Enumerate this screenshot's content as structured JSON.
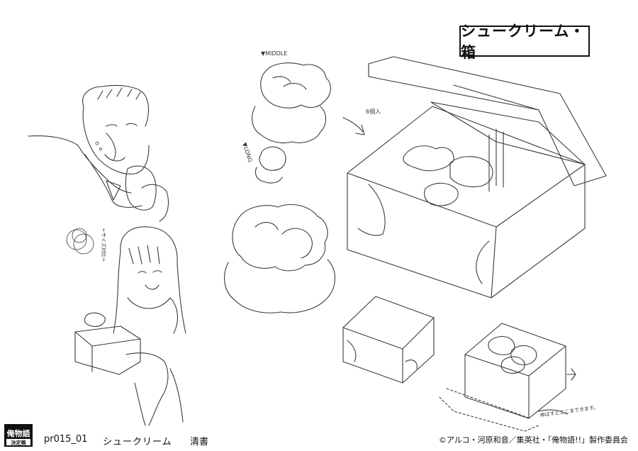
{
  "title": "シュークリーム・箱",
  "labels": {
    "middle": "▼MIDDLE",
    "long": "▼LONG",
    "count": "6個入",
    "size_compare": "←サイズ対比→",
    "stretch_note": "伸ばすとここまできます。"
  },
  "footer": {
    "code": "pr015_01",
    "name": "シュークリーム",
    "status": "清書",
    "copyright": "©アルコ・河原和音／集英社・「俺物語!!」製作委員会"
  },
  "logo": {
    "main": "俺物語",
    "sub": "決定稿"
  }
}
